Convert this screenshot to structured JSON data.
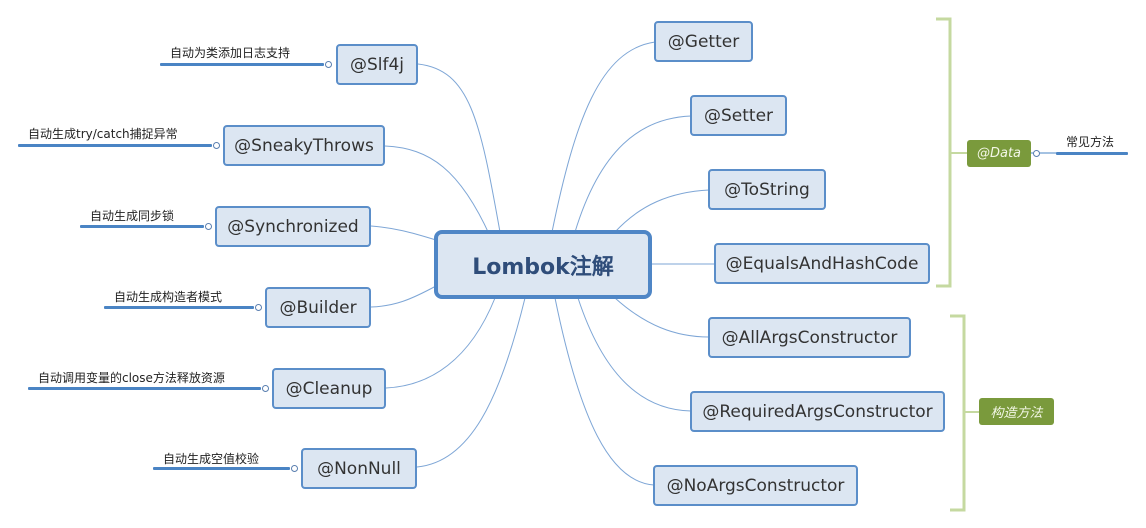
{
  "center": {
    "label": "Lombok注解"
  },
  "left_nodes": [
    {
      "label": "@Slf4j",
      "note": "自动为类添加日志支持"
    },
    {
      "label": "@SneakyThrows",
      "note": "自动生成try/catch捕捉异常"
    },
    {
      "label": "@Synchronized",
      "note": "自动生成同步锁"
    },
    {
      "label": "@Builder",
      "note": "自动生成构造者模式"
    },
    {
      "label": "@Cleanup",
      "note": "自动调用变量的close方法释放资源"
    },
    {
      "label": "@NonNull",
      "note": "自动生成空值校验"
    }
  ],
  "right_nodes": [
    {
      "label": "@Getter"
    },
    {
      "label": "@Setter"
    },
    {
      "label": "@ToString"
    },
    {
      "label": "@EqualsAndHashCode"
    },
    {
      "label": "@AllArgsConstructor"
    },
    {
      "label": "@RequiredArgsConstructor"
    },
    {
      "label": "@NoArgsConstructor"
    }
  ],
  "groups": [
    {
      "label": "@Data",
      "note": "常见方法"
    },
    {
      "label": "构造方法"
    }
  ],
  "colors": {
    "node_fill": "#dce6f2",
    "node_border": "#5b8ec9",
    "connector": "#7ea6d6",
    "bracket": "#c5d9a0",
    "badge": "#7a9a3c"
  }
}
